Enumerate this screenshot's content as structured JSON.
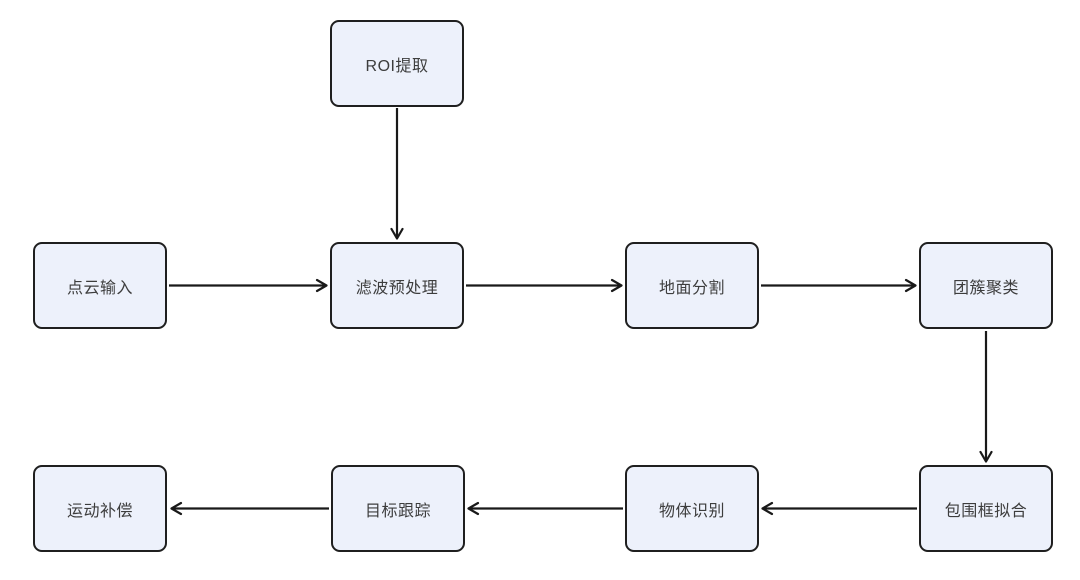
{
  "colors": {
    "background": "#ffffff",
    "node_fill": "#edf1fb",
    "node_border": "#1f1f1f",
    "node_text": "#3d3d3d",
    "arrow": "#191919"
  },
  "nodes": [
    {
      "id": "roi-extraction",
      "label": "ROI提取"
    },
    {
      "id": "point-cloud-input",
      "label": "点云输入"
    },
    {
      "id": "filter-preprocessing",
      "label": "滤波预处理"
    },
    {
      "id": "ground-segmentation",
      "label": "地面分割"
    },
    {
      "id": "cluster-clustering",
      "label": "团簇聚类"
    },
    {
      "id": "motion-compensation",
      "label": "运动补偿"
    },
    {
      "id": "target-tracking",
      "label": "目标跟踪"
    },
    {
      "id": "object-recognition",
      "label": "物体识别"
    },
    {
      "id": "bounding-box-fitting",
      "label": "包围框拟合"
    }
  ],
  "edges": [
    {
      "from": "ROI提取",
      "to": "滤波预处理",
      "direction": "down"
    },
    {
      "from": "点云输入",
      "to": "滤波预处理",
      "direction": "right"
    },
    {
      "from": "滤波预处理",
      "to": "地面分割",
      "direction": "right"
    },
    {
      "from": "地面分割",
      "to": "团簇聚类",
      "direction": "right"
    },
    {
      "from": "团簇聚类",
      "to": "包围框拟合",
      "direction": "down"
    },
    {
      "from": "包围框拟合",
      "to": "物体识别",
      "direction": "left"
    },
    {
      "from": "物体识别",
      "to": "目标跟踪",
      "direction": "left"
    },
    {
      "from": "目标跟踪",
      "to": "运动补偿",
      "direction": "left"
    }
  ]
}
